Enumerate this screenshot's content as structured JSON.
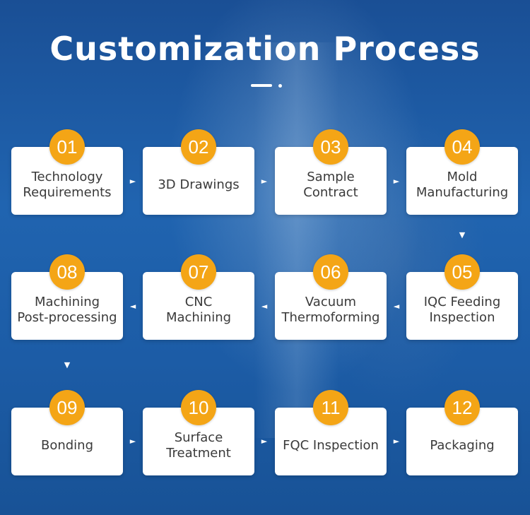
{
  "title": "Customization Process",
  "steps": [
    {
      "num": "01",
      "label": "Technology\nRequirements"
    },
    {
      "num": "02",
      "label": "3D Drawings"
    },
    {
      "num": "03",
      "label": "Sample\nContract"
    },
    {
      "num": "04",
      "label": "Mold\nManufacturing"
    },
    {
      "num": "05",
      "label": "IQC Feeding\nInspection"
    },
    {
      "num": "06",
      "label": "Vacuum\nThermoforming"
    },
    {
      "num": "07",
      "label": "CNC\nMachining"
    },
    {
      "num": "08",
      "label": "Machining\nPost-processing"
    },
    {
      "num": "09",
      "label": "Bonding"
    },
    {
      "num": "10",
      "label": "Surface\nTreatment"
    },
    {
      "num": "11",
      "label": "FQC Inspection"
    },
    {
      "num": "12",
      "label": "Packaging"
    }
  ],
  "arrows": {
    "right": "►",
    "left": "◄",
    "down": "▼"
  },
  "colors": {
    "accent": "#f4a516",
    "background": "#1e5fa8",
    "card": "#ffffff"
  }
}
